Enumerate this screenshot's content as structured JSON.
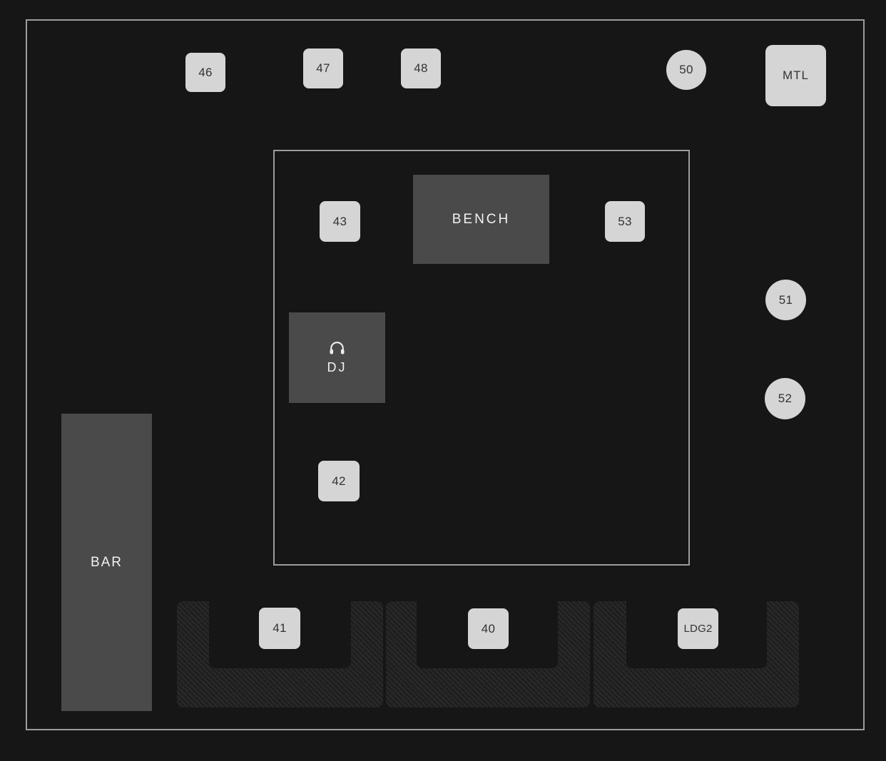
{
  "map": {
    "colors": {
      "background": "#161616",
      "outline": "#9c9c9c",
      "table_fill": "#d5d5d5",
      "table_text": "#333333",
      "furniture_fill": "#4a4a4a",
      "furniture_text": "#f2f2f2",
      "booth_base": "#1e1e1e",
      "booth_stripe": "#2a2a2a"
    },
    "tables": {
      "t46": {
        "label": "46",
        "shape": "square"
      },
      "t47": {
        "label": "47",
        "shape": "square"
      },
      "t48": {
        "label": "48",
        "shape": "square"
      },
      "t50": {
        "label": "50",
        "shape": "circle"
      },
      "mtl": {
        "label": "MTL",
        "shape": "square"
      },
      "t43": {
        "label": "43",
        "shape": "square"
      },
      "t53": {
        "label": "53",
        "shape": "square"
      },
      "t51": {
        "label": "51",
        "shape": "circle"
      },
      "t52": {
        "label": "52",
        "shape": "circle"
      },
      "t42": {
        "label": "42",
        "shape": "square"
      },
      "t41": {
        "label": "41",
        "shape": "square"
      },
      "t40": {
        "label": "40",
        "shape": "square"
      },
      "ldg2": {
        "label": "LDG2",
        "shape": "square"
      }
    },
    "furniture": {
      "bench": {
        "label": "BENCH"
      },
      "dj": {
        "label": "DJ",
        "icon": "headphones-icon"
      },
      "bar": {
        "label": "BAR"
      }
    }
  }
}
